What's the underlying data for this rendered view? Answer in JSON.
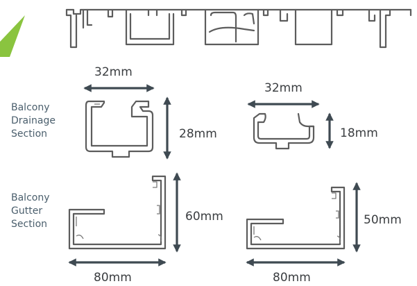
{
  "drainage": {
    "label": [
      "Balcony",
      "Drainage",
      "Section"
    ],
    "profile_a": {
      "width": "32mm",
      "height": "28mm"
    },
    "profile_b": {
      "width": "32mm",
      "height": "18mm"
    }
  },
  "gutter": {
    "label": [
      "Balcony",
      "Gutter",
      "Section"
    ],
    "profile_a": {
      "width": "80mm",
      "height": "60mm"
    },
    "profile_b": {
      "width": "80mm",
      "height": "50mm"
    }
  },
  "colors": {
    "accent_green": "#8ac43f",
    "label_blue": "#4a5e6c",
    "profile_gray": "#5c5c5c",
    "arrow": "#3f4a52"
  }
}
